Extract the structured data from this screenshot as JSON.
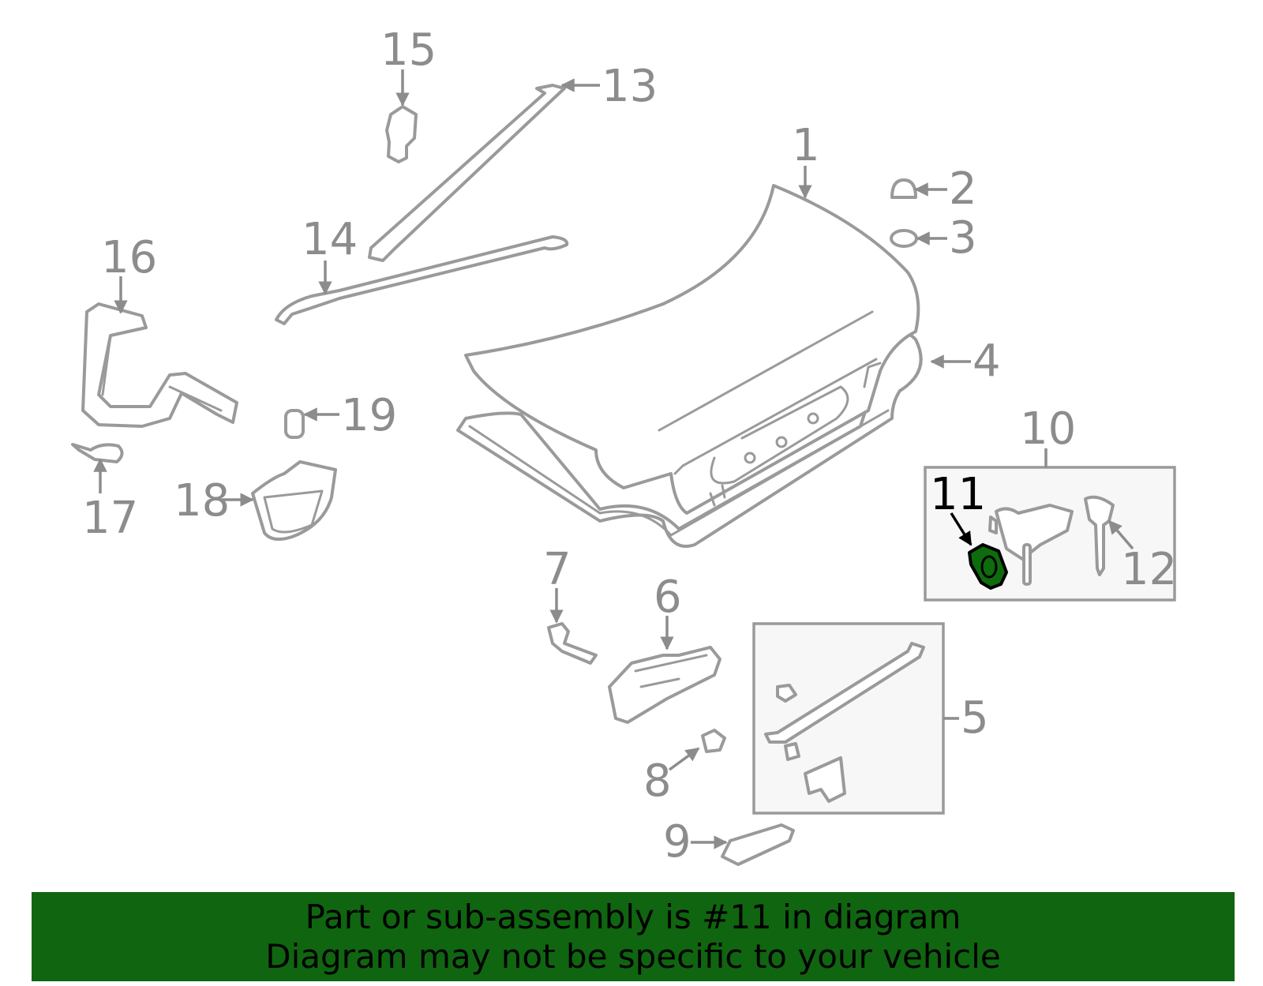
{
  "diagram": {
    "callouts": [
      "1",
      "2",
      "3",
      "4",
      "5",
      "6",
      "7",
      "8",
      "9",
      "10",
      "11",
      "12",
      "13",
      "14",
      "15",
      "16",
      "17",
      "18",
      "19"
    ],
    "highlighted_callout": "11",
    "highlight_color": "#0e6b0e",
    "line_color": "#9a9a9a"
  },
  "banner": {
    "line1": "Part or sub-assembly is #11 in diagram",
    "line2": "Diagram may not be specific to your vehicle",
    "background": "#106510"
  }
}
